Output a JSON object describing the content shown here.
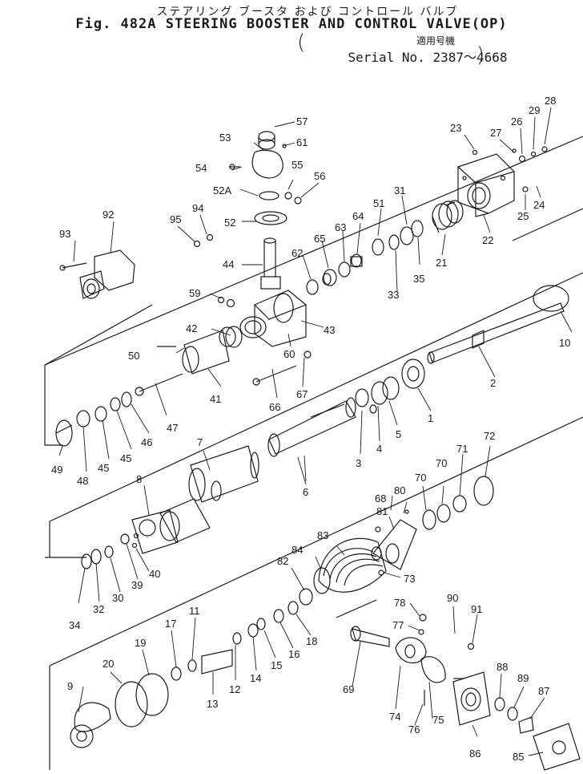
{
  "header": {
    "japanese_title": "ステアリング ブースタ および コントロール バルブ",
    "figure_title": "Fig. 482A STEERING BOOSTER AND CONTROL VALVE(OP)",
    "applicability_label": "適用号機",
    "serial_range": "Serial No. 2387～4668"
  },
  "callouts": {
    "c1": "1",
    "c2": "2",
    "c3": "3",
    "c4": "4",
    "c5": "5",
    "c6": "6",
    "c7": "7",
    "c8": "8",
    "c9": "9",
    "c10": "10",
    "c11": "11",
    "c12": "12",
    "c13": "13",
    "c14": "14",
    "c15": "15",
    "c16": "16",
    "c17": "17",
    "c18": "18",
    "c19": "19",
    "c20": "20",
    "c21": "21",
    "c22": "22",
    "c23": "23",
    "c24": "24",
    "c25": "25",
    "c26": "26",
    "c27": "27",
    "c28": "28",
    "c29": "29",
    "c30": "30",
    "c31": "31",
    "c32": "32",
    "c33": "33",
    "c34": "34",
    "c35": "35",
    "c39": "39",
    "c40": "40",
    "c41": "41",
    "c42": "42",
    "c43": "43",
    "c44": "44",
    "c45a": "45",
    "c45b": "45",
    "c46": "46",
    "c47": "47",
    "c48": "48",
    "c49": "49",
    "c50": "50",
    "c51": "51",
    "c52": "52",
    "c52a": "52A",
    "c53": "53",
    "c54": "54",
    "c55": "55",
    "c56": "56",
    "c57": "57",
    "c59": "59",
    "c60": "60",
    "c61": "61",
    "c62": "62",
    "c63": "63",
    "c64": "64",
    "c65": "65",
    "c66": "66",
    "c67": "67",
    "c68": "68",
    "c69": "69",
    "c70a": "70",
    "c70b": "70",
    "c71": "71",
    "c72": "72",
    "c73": "73",
    "c74": "74",
    "c75": "75",
    "c76": "76",
    "c77": "77",
    "c78": "78",
    "c80": "80",
    "c81": "81",
    "c82": "82",
    "c83": "83",
    "c84": "84",
    "c85": "85",
    "c86": "86",
    "c87": "87",
    "c88": "88",
    "c89": "89",
    "c90": "90",
    "c91": "91",
    "c92": "92",
    "c93": "93",
    "c94": "94",
    "c95": "95"
  }
}
